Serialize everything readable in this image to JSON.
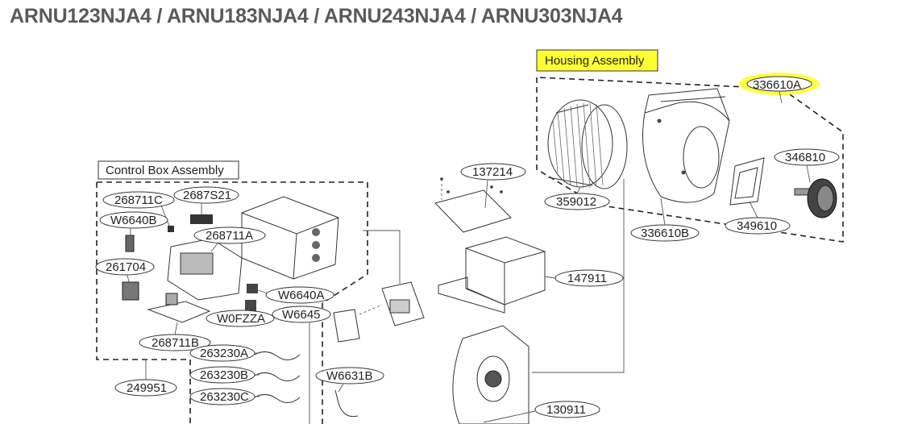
{
  "title": "ARNU123NJA4 / ARNU183NJA4 / ARNU243NJA4 / ARNU303NJA4",
  "assemblies": {
    "housing": "Housing Assembly",
    "control_box": "Control Box Assembly"
  },
  "parts": {
    "p336610A": "336610A",
    "p346810": "346810",
    "p359012": "359012",
    "p336610B": "336610B",
    "p349610": "349610",
    "p137214": "137214",
    "p147911": "147911",
    "p130911": "130911",
    "p268711C": "268711C",
    "p2687S21": "2687S21",
    "pW6640B": "W6640B",
    "p268711A": "268711A",
    "p261704": "261704",
    "pW6640A": "W6640A",
    "pW0FZZA": "W0FZZA",
    "pW6645": "W6645",
    "p268711B": "268711B",
    "p263230A": "263230A",
    "p263230B": "263230B",
    "p263230C": "263230C",
    "p249951": "249951",
    "pW6631B": "W6631B"
  },
  "colors": {
    "highlight": "#ffff33",
    "text": "#5a5a5a"
  }
}
